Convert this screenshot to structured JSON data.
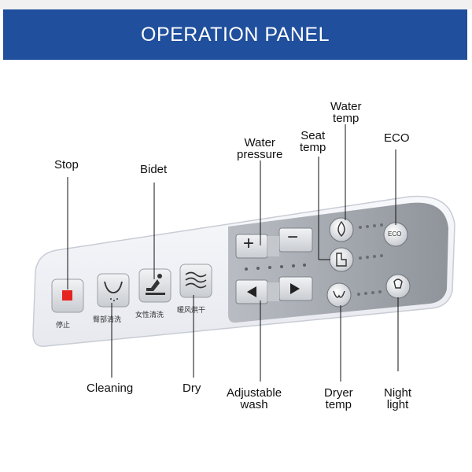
{
  "header": {
    "title": "OPERATION PANEL"
  },
  "callouts": {
    "stop": "Stop",
    "bidet": "Bidet",
    "water_pressure": [
      "Water",
      "pressure"
    ],
    "seat_temp": [
      "Seat",
      "temp"
    ],
    "water_temp": [
      "Water",
      "temp"
    ],
    "eco": "ECO",
    "cleaning": "Cleaning",
    "dry": "Dry",
    "adjustable_wash": [
      "Adjustable",
      "wash"
    ],
    "dryer_temp": [
      "Dryer",
      "temp"
    ],
    "night_light": [
      "Night",
      "light"
    ]
  },
  "panel": {
    "stop_label": "停止",
    "cleaning_label": "臀部清洗",
    "bidet_label": "女性清洗",
    "dry_label": "暖风烘干",
    "eco_button": "ECO",
    "plus": "+",
    "minus": "−"
  },
  "colors": {
    "banner": "#1f4f9d",
    "stop_red": "#e52421",
    "panel_grey": "#9ea3ab"
  },
  "icons": [
    "stop-icon",
    "cleaning-icon",
    "bidet-icon",
    "dry-icon",
    "play-left-icon",
    "play-right-icon",
    "thermometer-drop-icon",
    "seat-temp-icon",
    "dryer-temp-icon",
    "night-light-icon"
  ]
}
